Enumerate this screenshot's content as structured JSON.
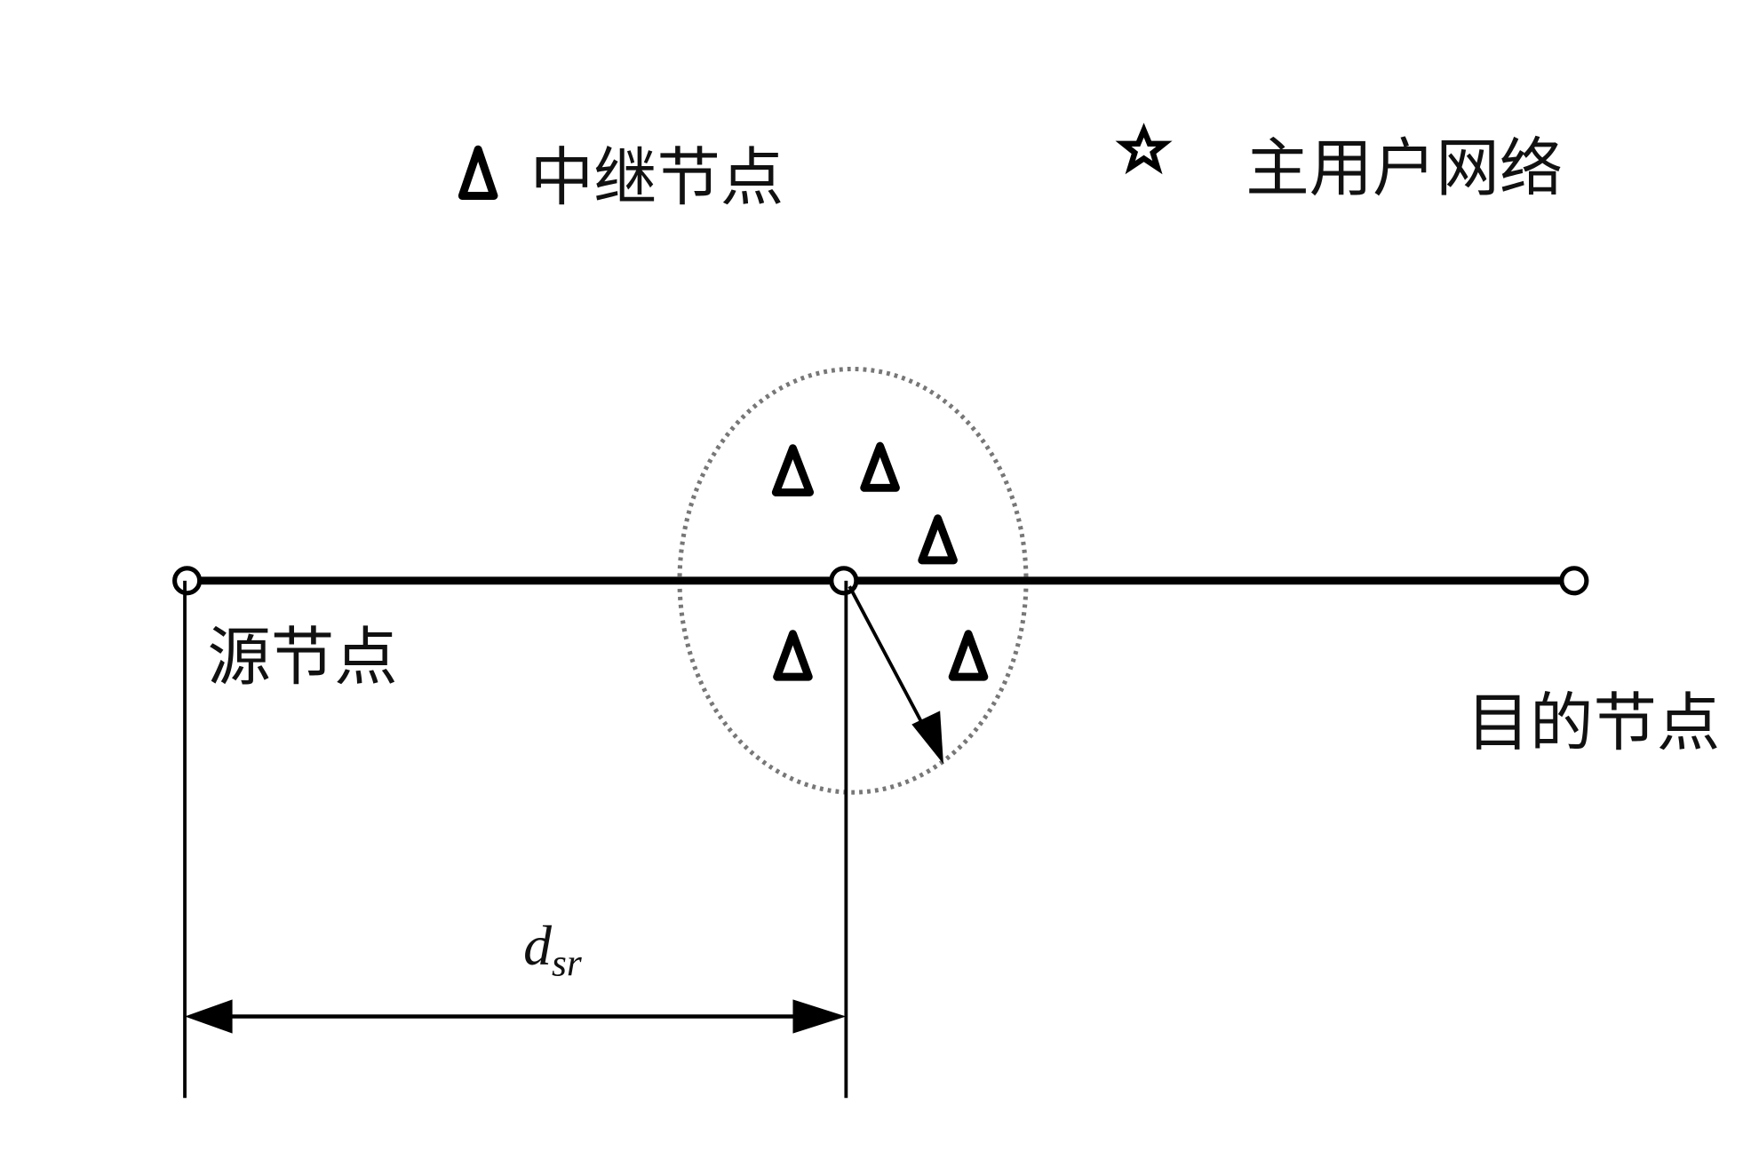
{
  "legend": {
    "relay_label": "中继节点",
    "primary_label": "主用户网络",
    "relay_icon": "triangle-icon",
    "primary_icon": "star-icon"
  },
  "nodes": {
    "source_label": "源节点",
    "destination_label": "目的节点"
  },
  "distance": {
    "symbol": "d",
    "subscript": "sr"
  },
  "colors": {
    "stroke": "#000000",
    "circle_dotted": "#777777"
  }
}
